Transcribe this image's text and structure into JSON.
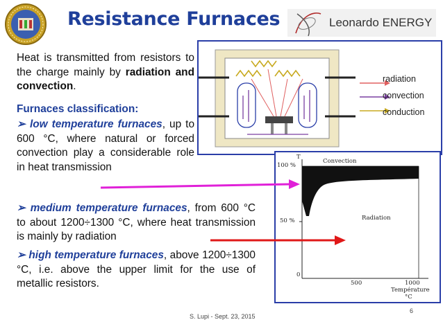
{
  "slide": {
    "title": "Resistance Furnaces",
    "brand": "Leonardo ENERGY",
    "intro_plain": "Heat is transmitted from resistors to the charge mainly by ",
    "intro_bold": "radiation and convection",
    "intro_end": ".",
    "classification_heading": "Furnaces classification:",
    "items": [
      {
        "bullet": "➢",
        "lead": "low temperature furnaces",
        "text": ", up to 600 °C, where natural or forced convection play a considerable role in heat transmission"
      },
      {
        "bullet": "➢",
        "lead": "medium temperature furnaces",
        "text": ", from 600 °C to about 1200÷1300 °C, where heat transmission is mainly by radiation"
      },
      {
        "bullet": "➢",
        "lead": "high temperature furnaces",
        "text": ", above 1200÷1300 °C, i.e. above the upper limit for the use of metallic resistors."
      }
    ],
    "footer": "S. Lupi - Sept. 23, 2015",
    "page_number": "6"
  },
  "diagram": {
    "legend": [
      "radiation",
      "convection",
      "conduction"
    ],
    "colors": {
      "radiation": "#e06060",
      "convection": "#7a3fa0",
      "conduction": "#c8aa20"
    }
  },
  "chart": {
    "axis_y_label": "T",
    "y_tick_100": "100 %",
    "y_tick_50": "50 %",
    "x_tick_0": "0",
    "x_tick_500": "500",
    "x_tick_1000": "1000",
    "x_axis_label": "Température",
    "x_unit": "°C",
    "region_top": "Convection",
    "region_bottom": "Radiation"
  },
  "colors": {
    "accent": "#1f3f9a",
    "arrow_magenta": "#e020d8",
    "arrow_red": "#e01818",
    "frame_blue": "#2a3ea8"
  }
}
